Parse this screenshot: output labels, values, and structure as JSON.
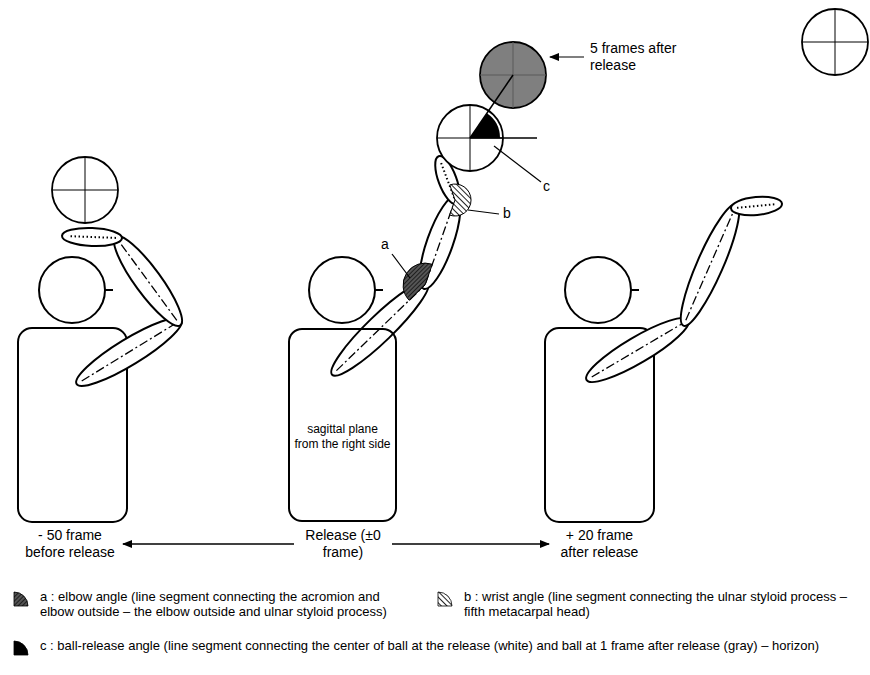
{
  "diagram": {
    "nodes": [
      {
        "text": [
          "sagittal plane from the right side"
        ]
      },
      {
        "text": [
          "- 50 frame before release"
        ]
      },
      {
        "text": [
          "Release (±0 frame)"
        ]
      },
      {
        "text": [
          "+ 20 frame after release"
        ]
      }
    ],
    "edges": [
      {
        "from": 2,
        "to": 1,
        "arrow": "to"
      },
      {
        "from": 2,
        "to": 3,
        "arrow": "to"
      }
    ],
    "labels": [
      "5 frames after release",
      "a",
      "b",
      "c"
    ],
    "legend": [
      {
        "text": "a : elbow angle (line segment connecting the acromion and elbow outside – the elbow outside and ulnar styloid process)"
      },
      {
        "text": "b : wrist angle (line segment connecting the ulnar styloid process – fifth metacarpal head)"
      },
      {
        "text": "c : ball-release angle (line segment connecting the center of ball at the release (white) and ball at 1 frame after release (gray) – horizon)"
      }
    ]
  }
}
